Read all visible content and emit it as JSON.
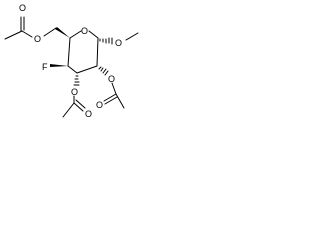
{
  "molecule": {
    "atoms": {
      "ring_oxygen": "O",
      "glycosidic_oxygen": "O",
      "methyl_end": "",
      "c6_oxygen": "O",
      "c6_acetyl_carbonyl_oxygen": "O",
      "fluorine": "F",
      "c3_oxygen": "O",
      "c3_acetyl_carbonyl_oxygen": "O",
      "c2_oxygen": "O",
      "c2_acetyl_carbonyl_oxygen": "O"
    }
  },
  "colors": {
    "bond": "#000000",
    "atom_label": "#000000",
    "background": "#ffffff"
  }
}
